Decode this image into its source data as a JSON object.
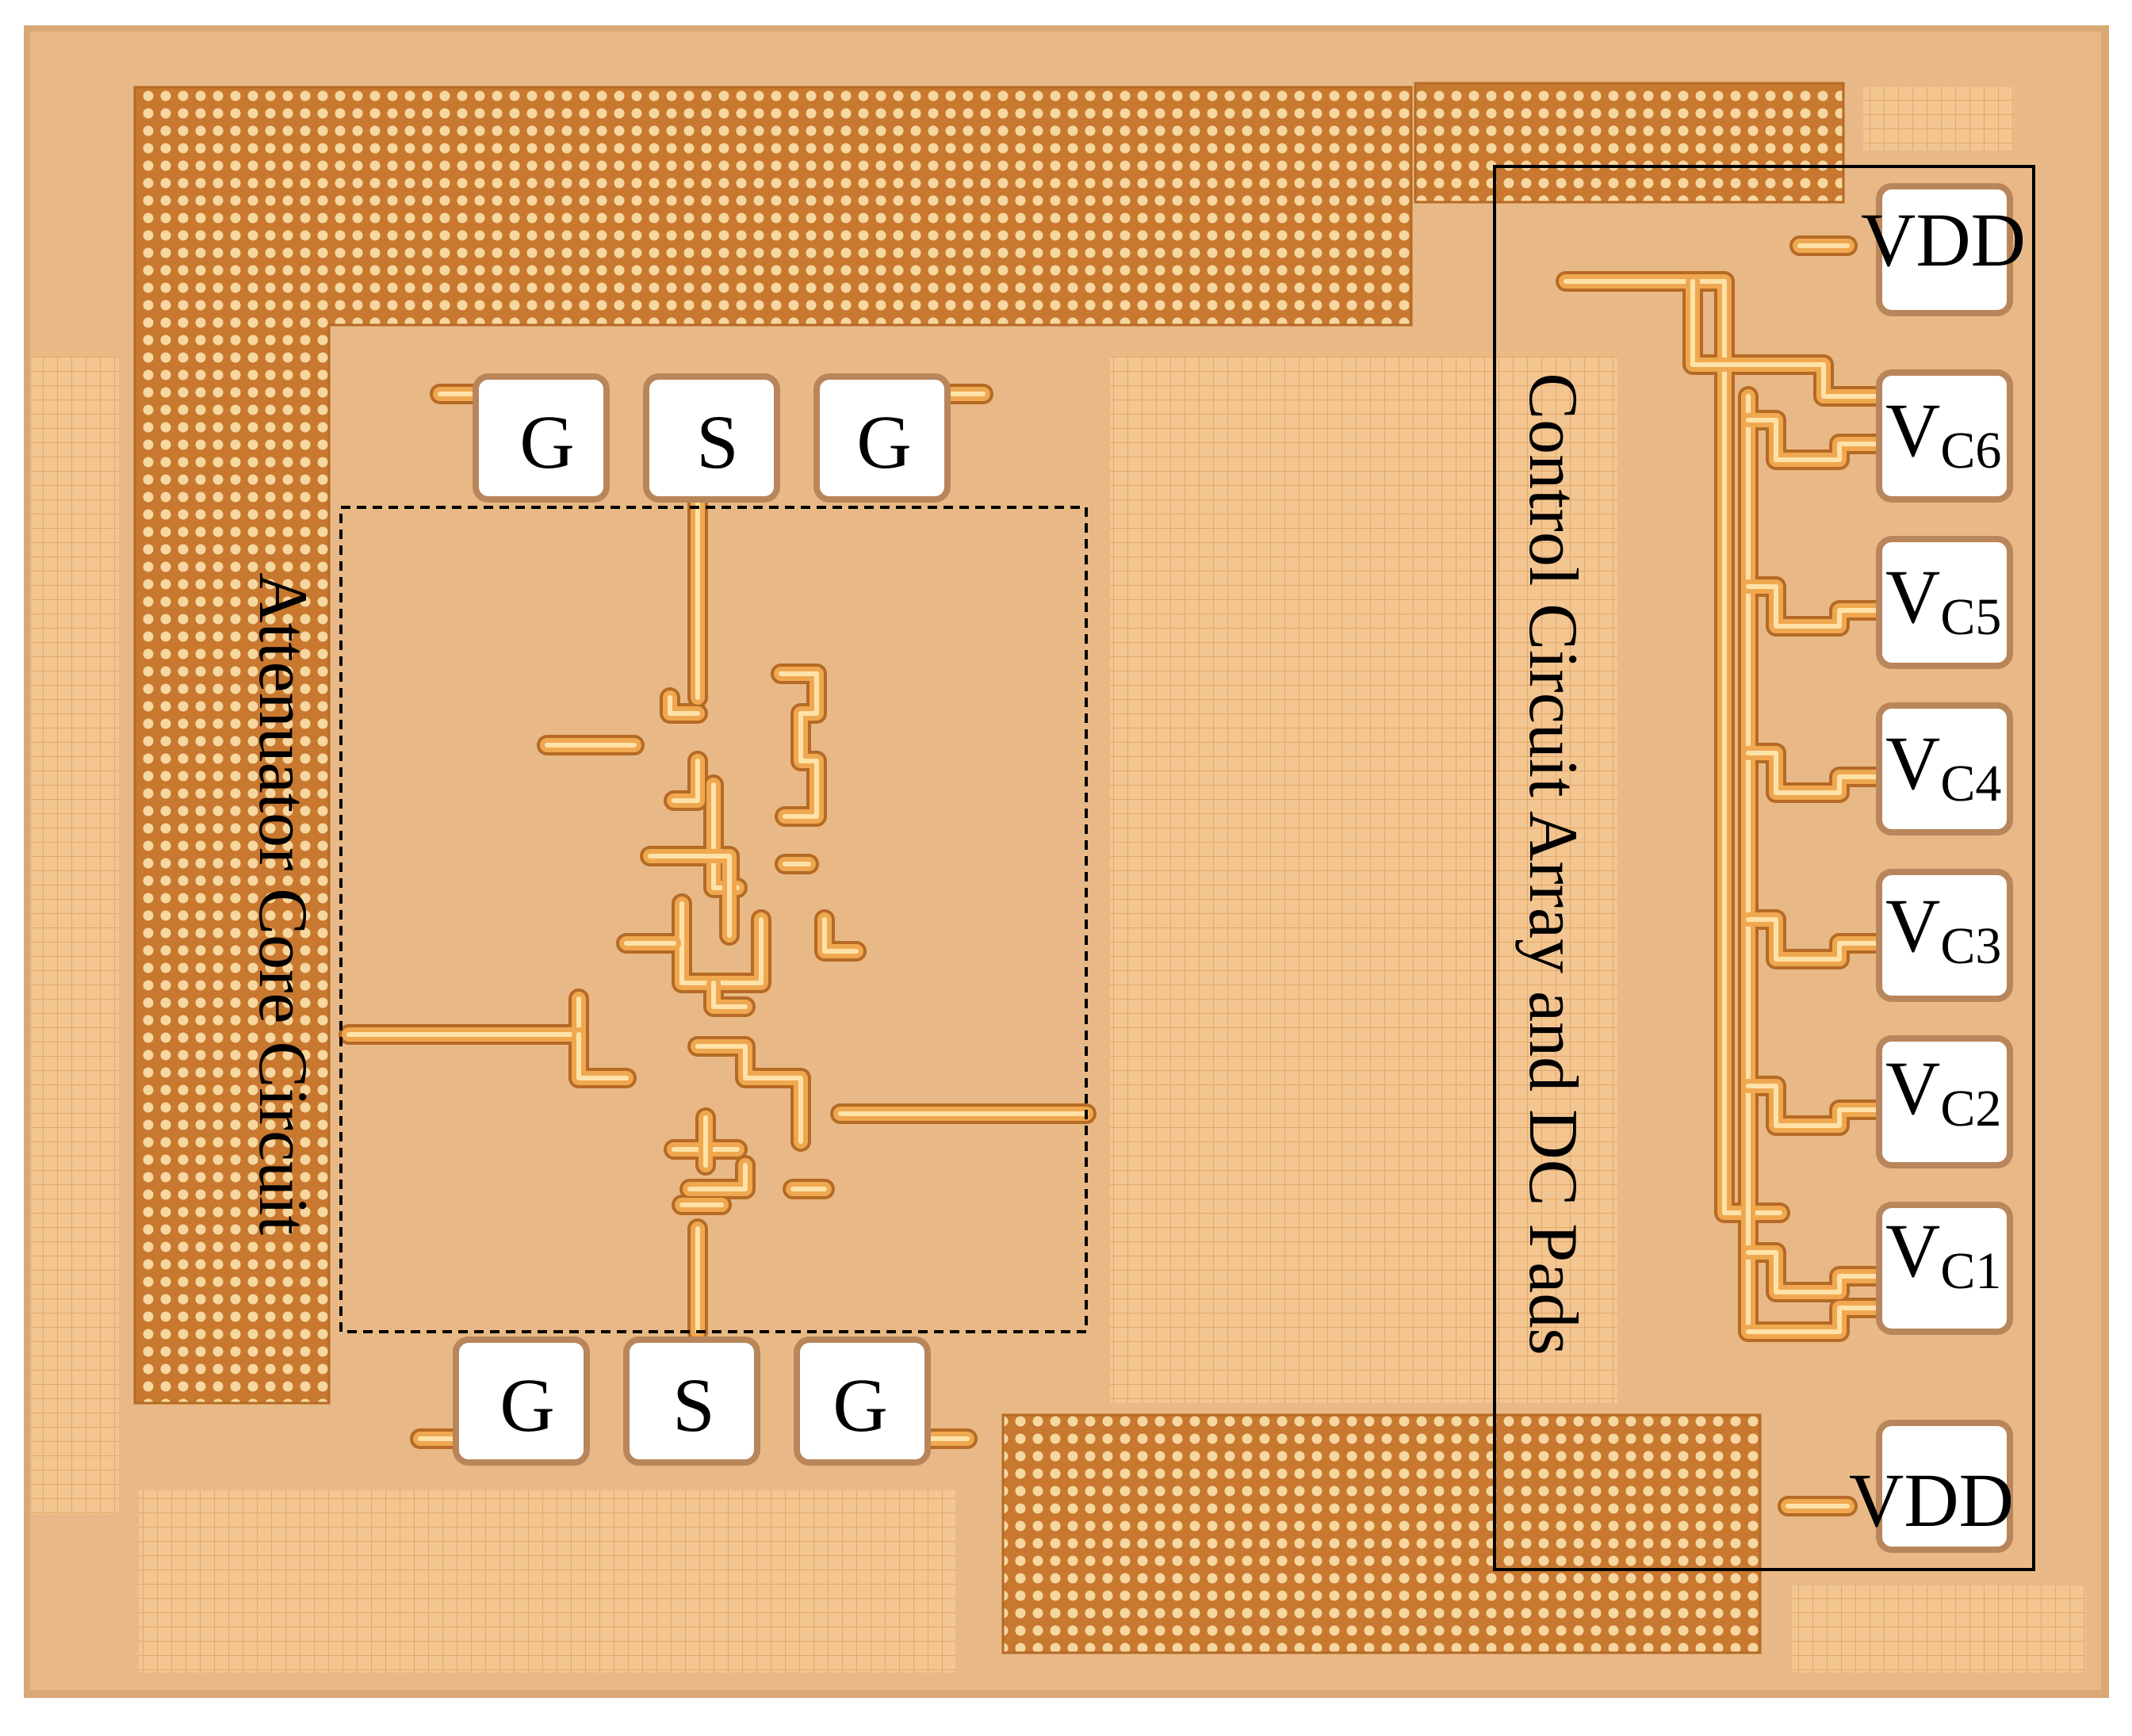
{
  "image": {
    "kind": "die-micrograph",
    "colors": {
      "die_background": "#e8b986",
      "die_edge": "#d9a874",
      "metal_trace": "#f0a850",
      "metal_trace_core": "#ffe2a8",
      "metal_outline": "#b56a25",
      "ground_mesh": "#c8782f",
      "ground_mesh_dot": "#f6d7a0",
      "dummy_fill": "#f2c591",
      "dummy_grid": "#e3a867",
      "pad_fill": "#ffffff",
      "pad_border": "#b8865a",
      "annotation_line": "#000000"
    }
  },
  "labels": {
    "rf_pads_top": [
      "G",
      "S",
      "G"
    ],
    "rf_pads_bottom": [
      "G",
      "S",
      "G"
    ],
    "vdd_top": "VDD",
    "vdd_bottom": "VDD",
    "control_pads": [
      {
        "main": "V",
        "sub": "C6"
      },
      {
        "main": "V",
        "sub": "C5"
      },
      {
        "main": "V",
        "sub": "C4"
      },
      {
        "main": "V",
        "sub": "C3"
      },
      {
        "main": "V",
        "sub": "C2"
      },
      {
        "main": "V",
        "sub": "C1"
      }
    ],
    "core_region": "Attenuator Core Circuit",
    "control_region": "Control Circuit Array and DC Pads"
  }
}
